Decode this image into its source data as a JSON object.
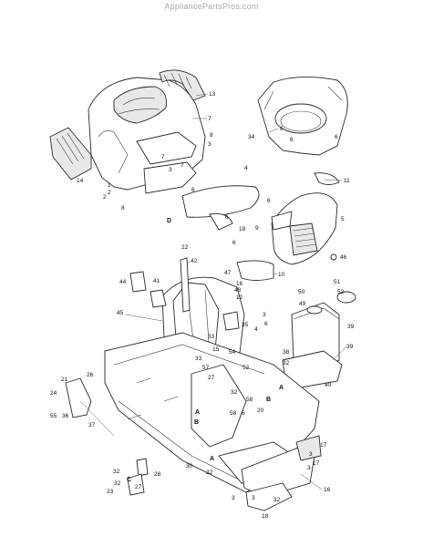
{
  "watermark": "AppliancePartsPros.com",
  "callouts": {
    "hood_group": [
      "13",
      "7",
      "8",
      "3",
      "7",
      "3",
      "7",
      "6",
      "6",
      "2",
      "14",
      "9",
      "1",
      "2",
      "6",
      "19",
      "6",
      "8"
    ],
    "shroud_group": [
      "34",
      "6",
      "6",
      "6",
      "4"
    ],
    "lens_group": [
      "11",
      "5",
      "10",
      "46"
    ],
    "dash_group": [
      "22",
      "42",
      "44",
      "41",
      "47",
      "16",
      "48",
      "12",
      "3",
      "45",
      "35",
      "33",
      "15",
      "6",
      "4"
    ],
    "tank_group": [
      "51",
      "50",
      "49",
      "52",
      "39",
      "39",
      "38",
      "32",
      "40"
    ],
    "frame_group": [
      "54",
      "57",
      "52",
      "33",
      "27",
      "32",
      "58",
      "58",
      "6",
      "20",
      "26",
      "21",
      "24",
      "55",
      "36",
      "37",
      "32",
      "28",
      "32",
      "23",
      "27",
      "30",
      "32",
      "3",
      "18",
      "17",
      "16",
      "3",
      "32",
      "3",
      "3",
      "17"
    ],
    "refs": [
      "A",
      "B",
      "C",
      "D",
      "A",
      "A",
      "B"
    ]
  }
}
